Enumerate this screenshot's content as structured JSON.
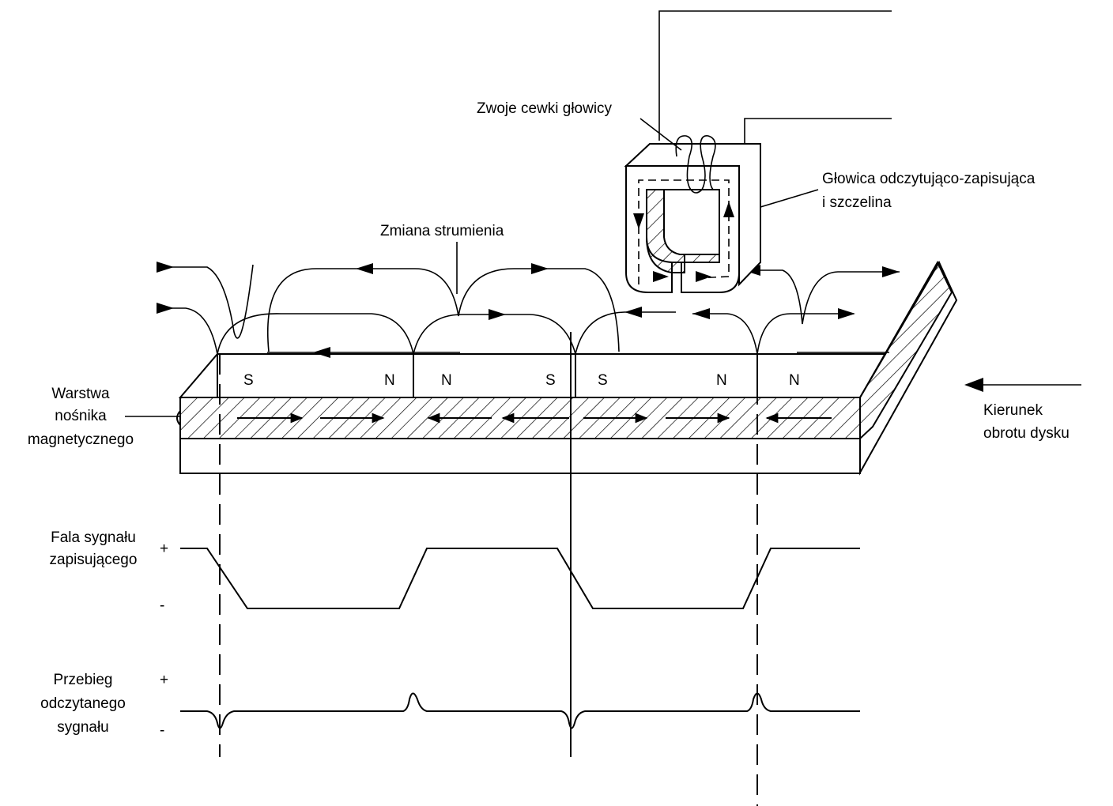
{
  "labels": {
    "coil_turns": "Zwoje cewki głowicy",
    "head_line1": "Głowica odczytująco-zapisująca",
    "head_line2": "i szczelina",
    "flux_change": "Zmiana strumienia",
    "layer_line1": "Warstwa",
    "layer_line2": "nośnika",
    "layer_line3": "magnetycznego",
    "direction_line1": "Kierunek",
    "direction_line2": "obrotu dysku",
    "write_line1": "Fala sygnału",
    "write_line2": "zapisującego",
    "read_line1": "Przebieg",
    "read_line2": "odczytanego",
    "read_line3": "sygnału",
    "plus": "+",
    "minus": "-"
  },
  "poles": [
    "S",
    "N",
    "N",
    "S",
    "S",
    "N",
    "N"
  ]
}
